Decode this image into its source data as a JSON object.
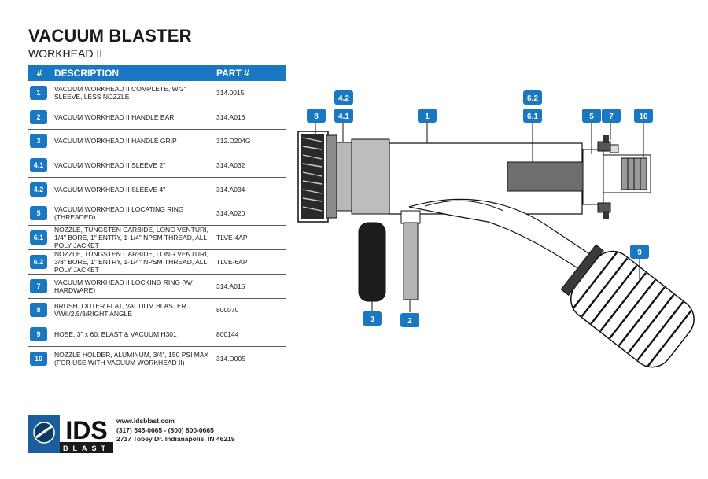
{
  "header": {
    "title": "VACUUM BLASTER",
    "subtitle": "WORKHEAD II"
  },
  "table": {
    "headers": {
      "num": "#",
      "description": "DESCRIPTION",
      "part": "PART #"
    },
    "rows": [
      {
        "num": "1",
        "description": "VACUUM WORKHEAD II COMPLETE, W/2\" SLEEVE, LESS NOZZLE",
        "part": "314.0015"
      },
      {
        "num": "2",
        "description": "VACUUM WORKHEAD II HANDLE BAR",
        "part": "314.A016"
      },
      {
        "num": "3",
        "description": "VACUUM WORKHEAD II HANDLE GRIP",
        "part": "312.D204G"
      },
      {
        "num": "4.1",
        "description": "VACUUM WORKHEAD II SLEEVE 2\"",
        "part": "314.A032"
      },
      {
        "num": "4.2",
        "description": "VACUUM WORKHEAD II SLEEVE 4\"",
        "part": "314.A034"
      },
      {
        "num": "5",
        "description": "VACUUM WORKHEAD II LOCATING RING (THREADED)",
        "part": "314.A020"
      },
      {
        "num": "6.1",
        "description": "NOZZLE, TUNGSTEN CARBIDE, LONG VENTURI, 1/4\" BORE, 1\" ENTRY, 1-1/4\" NPSM THREAD, ALL POLY JACKET",
        "part": "TLVE-4AP"
      },
      {
        "num": "6.2",
        "description": "NOZZLE, TUNGSTEN CARBIDE, LONG VENTURI, 3/8\" BORE, 1\" ENTRY, 1-1/4\" NPSM THREAD, ALL POLY JACKET",
        "part": "TLVE-6AP"
      },
      {
        "num": "7",
        "description": "VACUUM WORKHEAD II LOCKING RING (W/ HARDWARE)",
        "part": "314.A015"
      },
      {
        "num": "8",
        "description": "BRUSH, OUTER FLAT, VACUUM BLASTER VWII/2.5/3/RIGHT ANGLE",
        "part": "800070"
      },
      {
        "num": "9",
        "description": "HOSE, 3\" x 60, BLAST & VACUUM H301",
        "part": "800144"
      },
      {
        "num": "10",
        "description": "NOZZLE HOLDER, ALUMINUM, 3/4\", 150 PSI MAX (FOR USE WITH VACUUM WORKHEAD II)",
        "part": "314.D005"
      }
    ]
  },
  "diagram": {
    "callouts": [
      "8",
      "4.2",
      "4.1",
      "1",
      "6.2",
      "6.1",
      "5",
      "7",
      "10",
      "9",
      "3",
      "2"
    ],
    "accent_color": "#1a78c2"
  },
  "footer": {
    "logo_text": "IDS",
    "logo_subtext": "BLAST",
    "website": "www.idsblast.com",
    "phone": "(317) 545-0665 - (800) 800-0665",
    "address": "2717 Tobey Dr. Indianapolis, IN 46219"
  }
}
